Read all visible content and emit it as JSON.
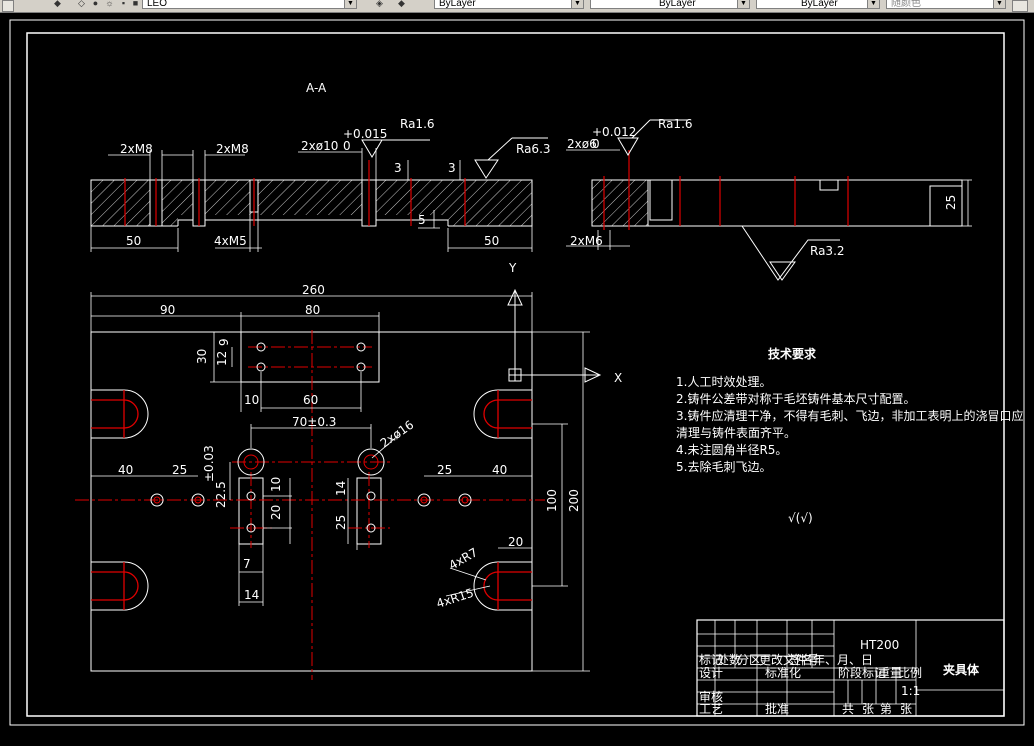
{
  "toolbar": {
    "layer_value": "LEO",
    "color_value": "ByLayer",
    "linetype_value": "ByLayer",
    "lineweight_value": "ByLayer",
    "plotstyle_value": "随颜色"
  },
  "drawing": {
    "section_label": "A-A",
    "roughness": {
      "ra16_a": "Ra1.6",
      "ra63": "Ra6.3",
      "ra16_b": "Ra1.6",
      "ra32": "Ra3.2"
    },
    "section_dims": {
      "left_tol_base": "2xø10",
      "left_tol_sup": "+0.015",
      "left_tol_sub": "0",
      "left_2xm8_a": "2xM8",
      "left_2xm8_b": "2xM8",
      "left_3_a": "3",
      "left_3_b": "3",
      "left_5": "5",
      "left_50_a": "50",
      "left_4xm5": "4xM5",
      "left_50_b": "50",
      "right_tol_base": "2xø6",
      "right_tol_sup": "+0.012",
      "right_tol_sub": "0",
      "right_2xm6": "2xM6",
      "right_25": "25"
    },
    "plan_dims": {
      "d260": "260",
      "d90": "90",
      "d80": "80",
      "d30": "30",
      "d12": "12",
      "d9": "9",
      "d10_a": "10",
      "d60": "60",
      "d70": "70±0.3",
      "d2x16": "2xø16",
      "d40_a": "40",
      "d25_a": "25",
      "d225": "22.5",
      "d225_tol": "±0.03",
      "d10_b": "10",
      "d20_a": "20",
      "d7": "7",
      "d14_a": "14",
      "d14_b": "14",
      "d25_b": "25",
      "d25_c": "25",
      "d40_b": "40",
      "d100": "100",
      "d200": "200",
      "d20_b": "20",
      "d4xr7": "4xR7",
      "d4xr15": "4xR15"
    },
    "axis_y": "Y",
    "axis_x": "X",
    "tech_title": "技术要求",
    "tech_items": [
      "1.人工时效处理。",
      "2.铸件公差带对称于毛坯铸件基本尺寸配置。",
      "3.铸件应清理干净，不得有毛刺、飞边，非加工表明上的浇冒口应",
      "清理与铸件表面齐平。",
      "4.未注圆角半径R5。",
      "5.去除毛刺飞边。"
    ],
    "roughness_other": "√(√)",
    "title_block": {
      "material": "HT200",
      "part_name": "夹具体",
      "row_labels": [
        "标记",
        "处数",
        "分区",
        "更改文件号",
        "签名",
        "年、月、日"
      ],
      "design": "设计",
      "standardize": "标准化",
      "check": "审核",
      "process": "工艺",
      "approve": "批准",
      "stage_labels": [
        "阶段标记",
        "重量",
        "比例"
      ],
      "scale": "1:1",
      "sheet_labels": [
        "共",
        "张",
        "第",
        "张"
      ]
    }
  }
}
